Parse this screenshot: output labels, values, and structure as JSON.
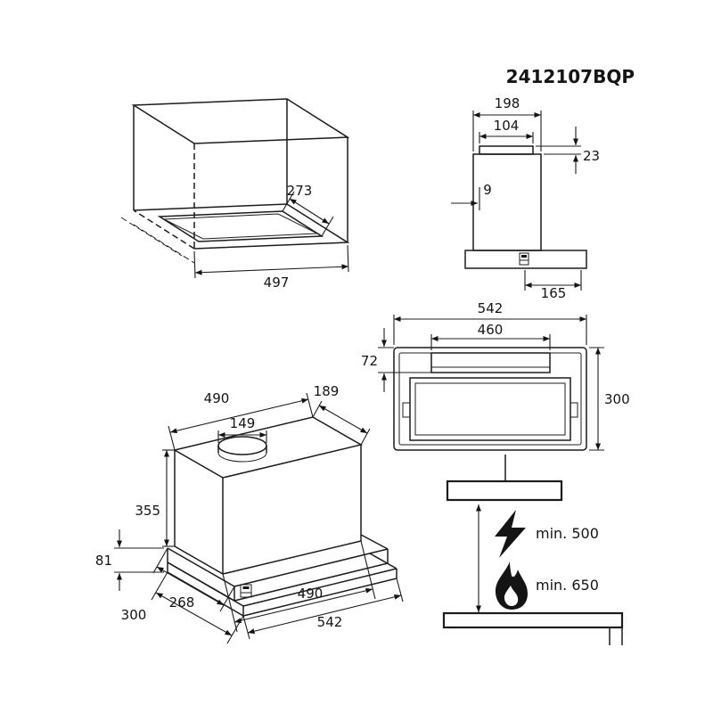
{
  "title": "2412107BQP",
  "cabinet_view": {
    "cutout_depth": "273",
    "cutout_width": "497"
  },
  "side_view": {
    "top_depth": "198",
    "duct_depth": "104",
    "duct_height": "23",
    "duct_offset": "9",
    "switch_offset": "165"
  },
  "bottom_view": {
    "total_width": "542",
    "filter_width": "460",
    "filter_depth": "72",
    "total_depth": "300"
  },
  "iso_view": {
    "body_width": "490",
    "top_depth": "189",
    "duct_width": "149",
    "body_height": "355",
    "base_height": "81",
    "base_depth": "300",
    "body_depth": "268",
    "inner_width": "490",
    "total_width": "542"
  },
  "clearance_view": {
    "electric_min": "min. 500",
    "gas_min": "min. 650"
  }
}
